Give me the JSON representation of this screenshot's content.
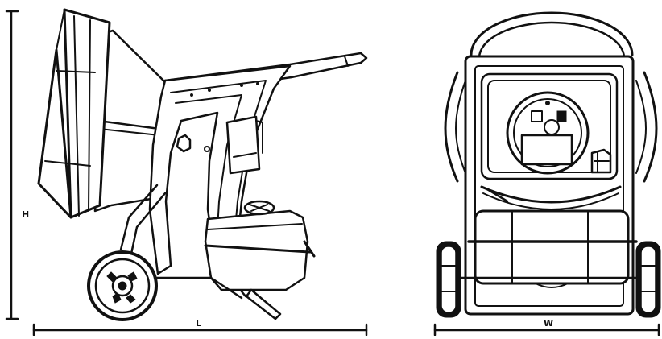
{
  "dimension_labels": {
    "height": "H",
    "length": "L",
    "width": "W"
  }
}
